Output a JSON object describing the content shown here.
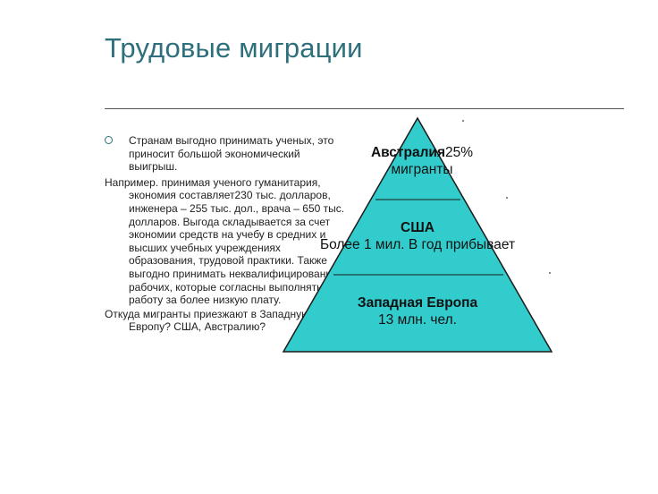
{
  "slide": {
    "title": "Трудовые миграции",
    "bullets": [
      {
        "type": "bullet",
        "text": "Странам выгодно принимать ученых, это приносит большой экономический выигрыш."
      },
      {
        "type": "plain",
        "text": "Например. принимая ученого гуманитария, экономия составляет230 тыс. долларов, инженера – 255 тыс. дол., врача – 650 тыс. долларов. Выгода складывается за счет экономии средств на учебу в средних и высших учебных учреждениях образования, трудовой практики. Также выгодно принимать неквалифицированных рабочих, которые согласны выполнять работу за более низкую плату."
      },
      {
        "type": "plain",
        "text": "Откуда мигранты приезжают в Западную Европу? США, Австралию?"
      }
    ]
  },
  "pyramid": {
    "fill": "#33cccc",
    "stroke": "#1a1a1a",
    "tiers": [
      {
        "name": "Австралия",
        "value": "25%",
        "line2": "мигранты"
      },
      {
        "name": "США",
        "line2": "Более 1 мил. В год прибывает"
      },
      {
        "name": "Западная Европа",
        "line2": "13 млн. чел."
      }
    ]
  }
}
